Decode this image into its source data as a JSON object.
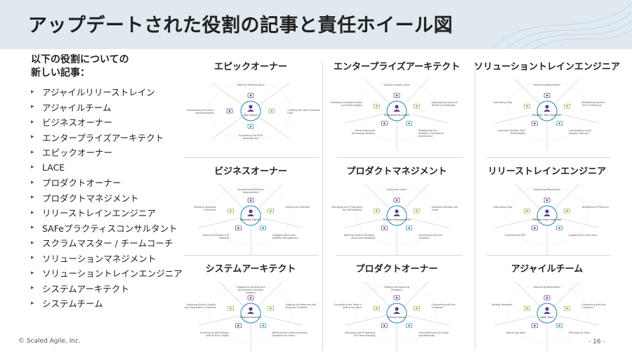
{
  "slide": {
    "title": "アップデートされた役割の記事と責任ホイール図",
    "intro_line1": "以下の役割についての",
    "intro_line2": "新しい記事：",
    "roles": [
      "アジャイルリリーストレイン",
      "アジャイルチーム",
      "ビジネスオーナー",
      "エンタープライズアーキテクト",
      "エピックオーナー",
      "LACE",
      "プロダクトオーナー",
      "プロダクトマネジメント",
      "リリーストレインエンジニア",
      "SAFeプラクティスコンサルタント",
      "スクラムマスター / チームコーチ",
      "ソリューションマネジメント",
      "ソリューショントレインエンジニア",
      "システムアーキテクト",
      "システムチーム"
    ],
    "copyright": "© Scaled Agile, Inc.",
    "page_number": "- 16 -"
  },
  "colors": {
    "header_bg": "#dfe9ef",
    "accent_purple": "#5b3f86",
    "accent_green": "#7fb241",
    "accent_teal": "#1f8aa8"
  },
  "panels": [
    {
      "title": "エピックオーナー",
      "hub": "Epic Owner",
      "spokes": [
        "Defining Portfolio Epics",
        "Creating the Lean Business Case",
        "Supporting the MVP development",
        "Coordinating the Epic's Implementation"
      ]
    },
    {
      "title": "エンタープライズアーキテクト",
      "hub": "Enterprise Architect",
      "spokes": [
        "Guiding Enabler Epics",
        "Aligning Business and Technical Strategies",
        "Establishing the Portfolio's Intentional Architecture",
        "Rationalizing the Technology Portfolio",
        "Fostering Innovative Ideas and Technologies"
      ]
    },
    {
      "title": "ソリューショントレインエンジニア",
      "hub": "Solution Train Engineer",
      "spokes": [
        "Improving Relentlessly",
        "Facilitating Solution Train PI Planning",
        "Coordinating Large Solution Delivery",
        "Coaching Solution Train Stakeholders",
        "Optimizing Flow"
      ]
    },
    {
      "title": "ビジネスオーナー",
      "hub": "Business Owners",
      "spokes": [
        "Sponsoring Relentless Improvement",
        "Leading by Example",
        "Engaging with Lean Portfolio Management",
        "Aligning Priorities & PI Planning",
        "Realizing Business Outcomes"
      ]
    },
    {
      "title": "プロダクトマネジメント",
      "hub": "Product Management",
      "spokes": [
        "Delivering Value",
        "Exploring Markets and Users",
        "Connecting with the Customer",
        "Defining Product Strategy, Vision and Roadmap",
        "Managing and Prioritizing the ART Backlog"
      ]
    },
    {
      "title": "リリーストレインエンジニア",
      "hub": "Release Train Engineer",
      "spokes": [
        "Improving Relentlessly",
        "Facilitating PI Planning",
        "Supporting PI Execution",
        "Coaching the ART",
        "Optimizing Flow"
      ]
    },
    {
      "title": "システムアーキテクト",
      "hub": "System Architect",
      "spokes": [
        "Supporting Develop and Architectural Solution Enablers",
        "Aligning Architecture with Business Priorities",
        "Defining and Communicating Architectural Vision",
        "Enabling System Design with Built-In Quality",
        "Fostering Built-In Quality and Operations in DevOps"
      ]
    },
    {
      "title": "プロダクトオーナー",
      "hub": "Product Owner",
      "spokes": [
        "Getting and Applying Feedback",
        "Connecting with the Customer",
        "Contributing to the Vision and Roadmap",
        "Managing and Prioritizing the Team Backlog",
        "Supporting the Team in Delivering Value"
      ]
    },
    {
      "title": "アジャイルチーム",
      "hub": "Agile Team",
      "spokes": [
        "Improving Relentlessly",
        "Connecting with the Customer",
        "Planning the Work",
        "Delivering Value",
        "Getting Feedback"
      ]
    }
  ]
}
